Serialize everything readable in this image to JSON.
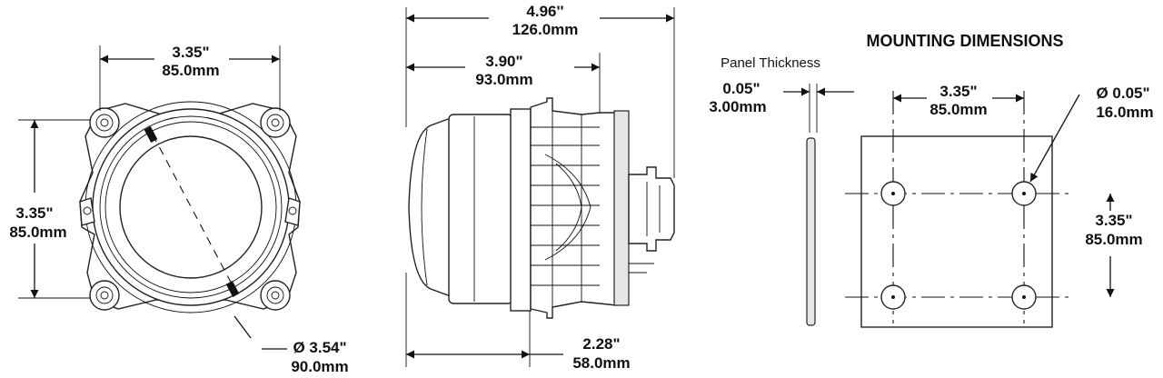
{
  "front_view": {
    "width_in": "3.35\"",
    "width_mm": "85.0mm",
    "height_in": "3.35\"",
    "height_mm": "85.0mm",
    "diameter_in": "Ø 3.54\"",
    "diameter_mm": "90.0mm"
  },
  "side_view": {
    "overall_in": "4.96''",
    "overall_mm": "126.0mm",
    "body_in": "3.90\"",
    "body_mm": "93.0mm",
    "lens_in": "2.28\"",
    "lens_mm": "58.0mm"
  },
  "mounting": {
    "title": "MOUNTING DIMENSIONS",
    "panel_label": "Panel Thickness",
    "panel_in": "0.05\"",
    "panel_mm": "3.00mm",
    "hole_spacing_x_in": "3.35\"",
    "hole_spacing_x_mm": "85.0mm",
    "hole_spacing_y_in": "3.35\"",
    "hole_spacing_y_mm": "85.0mm",
    "hole_diameter_in": "Ø 0.05\"",
    "hole_diameter_mm": "16.0mm"
  }
}
